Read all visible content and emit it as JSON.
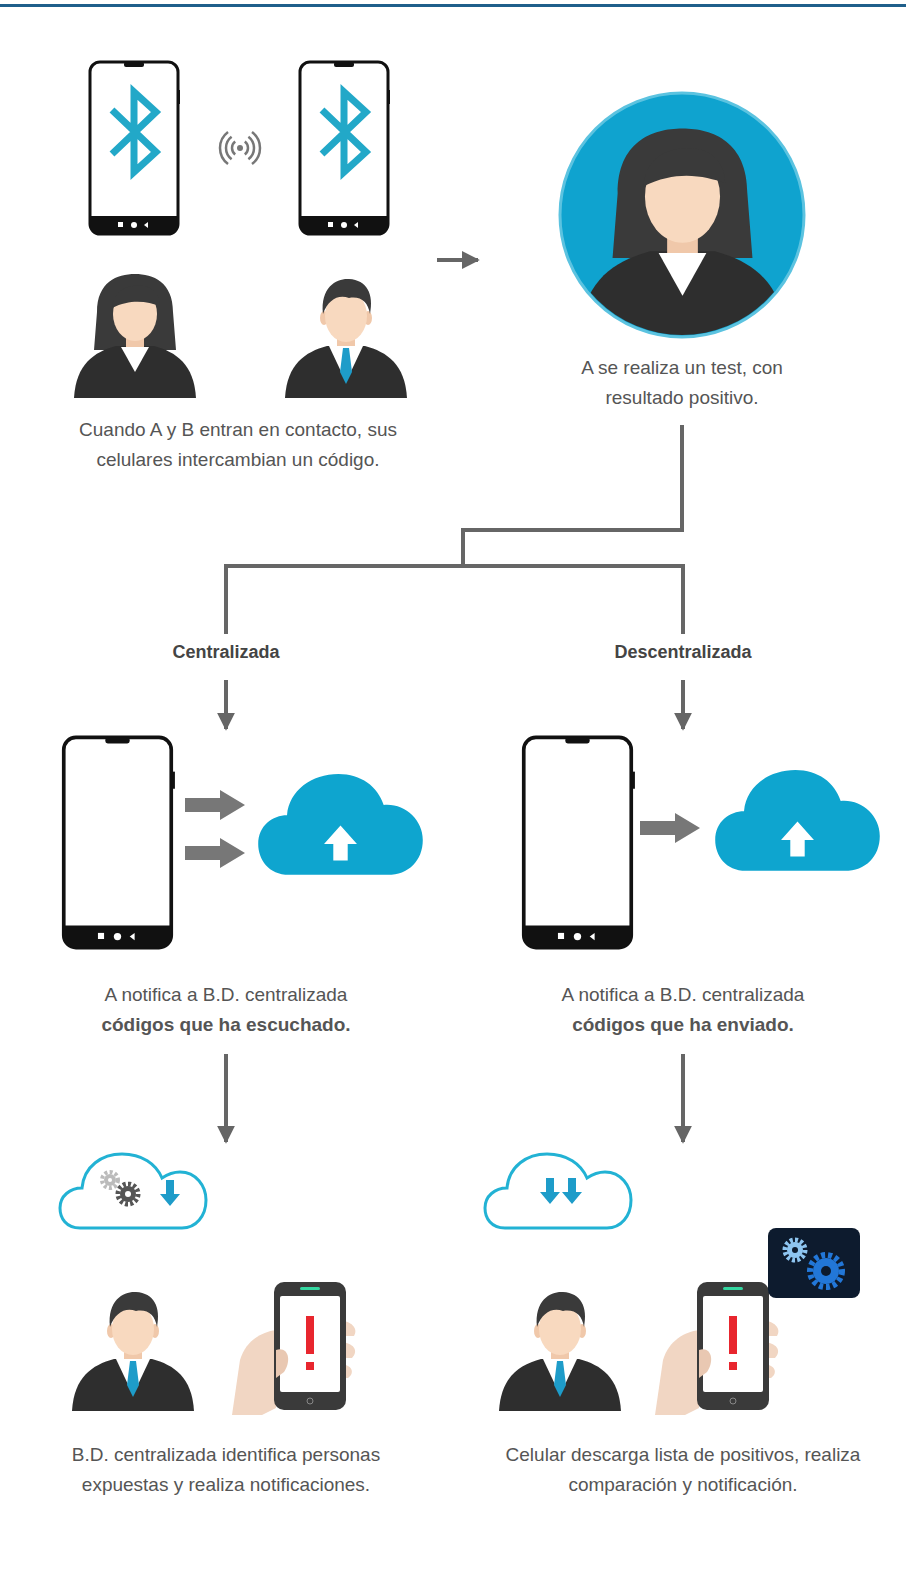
{
  "diagram": {
    "nodes": [
      {
        "text": [
          "Cuando A y B entran en contacto, sus celulares intercambian un código."
        ]
      },
      {
        "text": [
          "A se realiza un test, con resultado positivo."
        ]
      },
      {
        "text": [
          "Centralizada"
        ]
      },
      {
        "text": [
          "Descentralizada"
        ]
      },
      {
        "text": [
          "A notifica a B.D. centralizada",
          "códigos que ha escuchado."
        ]
      },
      {
        "text": [
          "A notifica a B.D. centralizada",
          "códigos que ha enviado."
        ]
      },
      {
        "text": [
          "B.D. centralizada identifica personas expuestas y realiza notificaciones."
        ]
      },
      {
        "text": [
          "Celular descarga lista de positivos, realiza comparación y notificación."
        ]
      }
    ],
    "edges": [
      {
        "from": 0,
        "to": 1,
        "arrow": "to"
      },
      {
        "from": 1,
        "to": 2,
        "arrow": "none"
      },
      {
        "from": 1,
        "to": 3,
        "arrow": "none"
      },
      {
        "from": 2,
        "to": 4,
        "arrow": "to"
      },
      {
        "from": 3,
        "to": 5,
        "arrow": "to"
      },
      {
        "from": 4,
        "to": 6,
        "arrow": "to"
      },
      {
        "from": 5,
        "to": 7,
        "arrow": "to"
      }
    ]
  }
}
